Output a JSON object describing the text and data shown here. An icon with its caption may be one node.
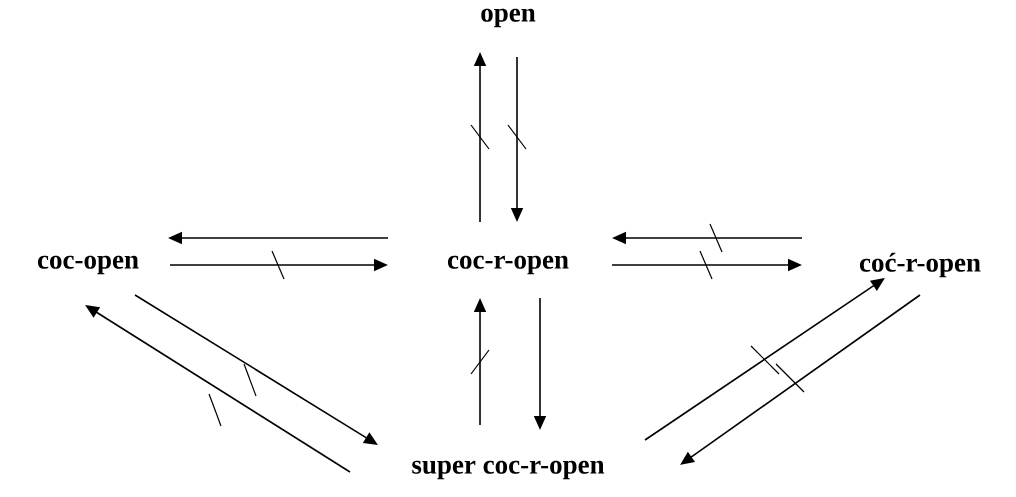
{
  "diagram": {
    "nodes": [
      {
        "text": [
          "open"
        ]
      },
      {
        "text": [
          "coc-open"
        ]
      },
      {
        "text": [
          "coc-r-open"
        ]
      },
      {
        "text": [
          "coć-r-open"
        ]
      },
      {
        "text": [
          "super coc-r-open"
        ]
      }
    ],
    "edges": [
      {
        "from": 2,
        "to": 0,
        "arrow": "to"
      },
      {
        "from": 0,
        "to": 2,
        "arrow": "to"
      },
      {
        "from": 2,
        "to": 1,
        "arrow": "to"
      },
      {
        "from": 1,
        "to": 2,
        "arrow": "to"
      },
      {
        "from": 3,
        "to": 2,
        "arrow": "to"
      },
      {
        "from": 2,
        "to": 3,
        "arrow": "to"
      },
      {
        "from": 4,
        "to": 2,
        "arrow": "to"
      },
      {
        "from": 2,
        "to": 4,
        "arrow": "to"
      },
      {
        "from": 1,
        "to": 4,
        "arrow": "to"
      },
      {
        "from": 4,
        "to": 1,
        "arrow": "to"
      },
      {
        "from": 4,
        "to": 3,
        "arrow": "to"
      },
      {
        "from": 3,
        "to": 4,
        "arrow": "to"
      }
    ]
  }
}
